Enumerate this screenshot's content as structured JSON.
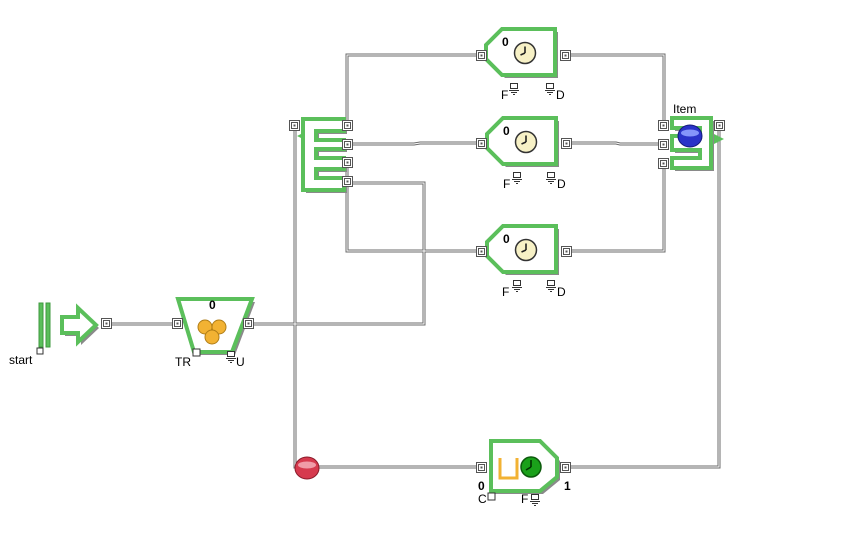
{
  "colors": {
    "block_green": "#5bbf5b",
    "block_green_dark": "#3f9a3f",
    "wire": "#6b6b6b",
    "clock_face": "#f7f1c6",
    "timer_green": "#1aa01a",
    "ball_blue": "#2a33c8",
    "ball_red": "#d63a4e",
    "entity_orange": "#f2b233"
  },
  "start": {
    "label": "start",
    "icon": "start-arrow-icon"
  },
  "queue": {
    "count": "0",
    "port_left": "TR",
    "port_right": "U"
  },
  "delays": [
    {
      "count": "0",
      "port_left": "F",
      "port_right": "D"
    },
    {
      "count": "0",
      "port_left": "F",
      "port_right": "D"
    },
    {
      "count": "0",
      "port_left": "F",
      "port_right": "D"
    }
  ],
  "sink": {
    "label": "Item"
  },
  "timer": {
    "left_value": "0",
    "right_value": "1",
    "port_left": "C",
    "port_right": "F"
  }
}
